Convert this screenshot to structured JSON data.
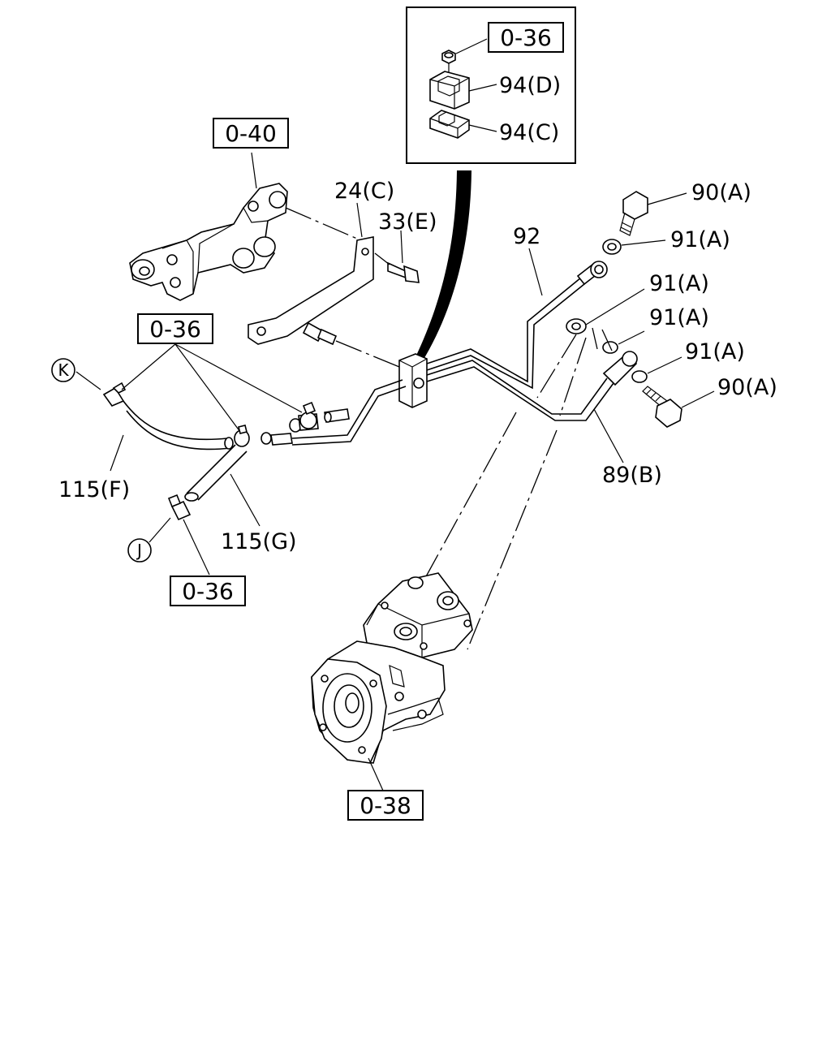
{
  "references": {
    "inset_top": "0-36",
    "bracket_top": "0-40",
    "hose_clamps": "0-36",
    "lower_clamp": "0-36",
    "compressor": "0-38"
  },
  "labels": {
    "clip_d": "94(D)",
    "clip_c": "94(C)",
    "bracket": "24(C)",
    "bolt_e": "33(E)",
    "pipe_92": "92",
    "eye_bolt_top": "90(A)",
    "washer_1": "91(A)",
    "washer_2": "91(A)",
    "washer_3": "91(A)",
    "washer_4": "91(A)",
    "eye_bolt_bottom": "90(A)",
    "pipe_89b": "89(B)",
    "hose_f": "115(F)",
    "hose_g": "115(G)"
  },
  "callouts": {
    "k": "K",
    "j": "J"
  },
  "colors": {
    "ink": "#000000",
    "paper": "#ffffff"
  }
}
